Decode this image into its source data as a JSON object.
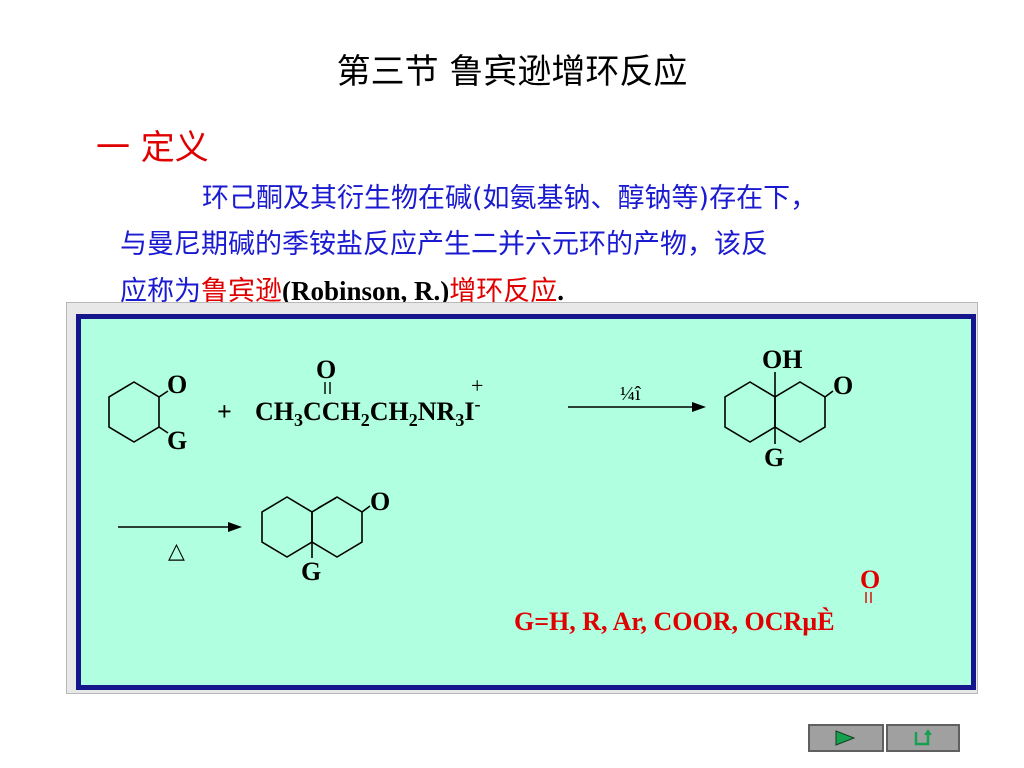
{
  "slide": {
    "title": "第三节   鲁宾逊增环反应",
    "section": "一  定义",
    "para": {
      "line1": "环己酮及其衍生物在碱(如氨基钠、醇钠等)存在下，",
      "line2": "与曼尼期碱的季铵盐反应产生二并六元环的产物，该反",
      "line3_a": "应称为",
      "line3_red1": "鲁宾逊",
      "line3_en": "(Robinson, R.)",
      "line3_red2": "增环反应",
      "line3_end": "."
    }
  },
  "scheme": {
    "r1_O": "O",
    "r1_G": "G",
    "plus": "+",
    "reagent_O": "O",
    "reagent_formula": "CH3CCH2CH2NR3I-",
    "reagent_charge": "+",
    "arrow1_label": "¼î",
    "p1_OH": "OH",
    "p1_O": "O",
    "p1_G": "G",
    "arrow2_label": "△",
    "p2_O": "O",
    "p2_G": "G",
    "g_O": "O",
    "g_def": "G=H, R, Ar, COOR, OCRµÈ"
  },
  "nav": {
    "play_icon": "play-icon",
    "return_icon": "return-icon"
  }
}
